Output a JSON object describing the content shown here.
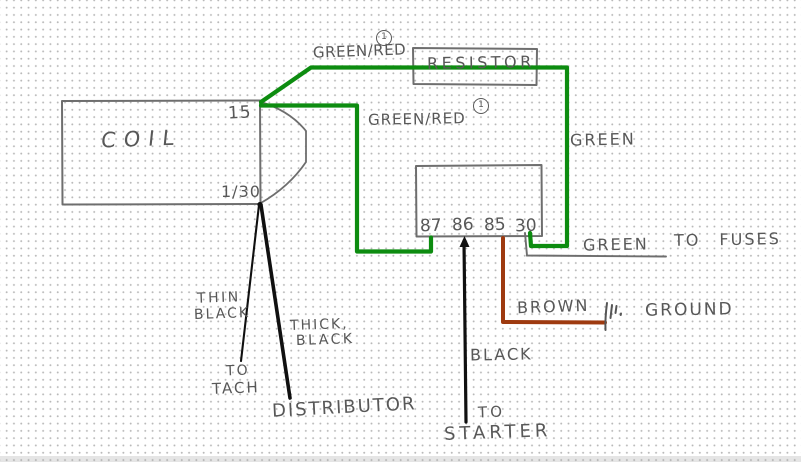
{
  "diagram": {
    "coil": {
      "label": "COIL",
      "terminal_top": "15",
      "terminal_bottom": "1/30"
    },
    "resistor": {
      "label": "RESISTOR"
    },
    "relay": {
      "terminals": [
        "87",
        "86",
        "85",
        "30"
      ]
    },
    "annotations": {
      "green_red_top": "GREEN/RED",
      "green_red_top_note": "1",
      "green_red_mid": "GREEN/RED",
      "green_red_mid_note": "1",
      "green": "GREEN",
      "fuses_green": "GREEN",
      "fuses_dest": "TO FUSES",
      "brown": "BROWN",
      "ground": "GROUND",
      "black": "BLACK",
      "starter_line1": "TO",
      "starter_line2": "STARTER",
      "thin_line1": "THIN",
      "thin_line2": "BLACK",
      "thick_line1": "THICK,",
      "thick_line2": "BLACK",
      "tach_line1": "TO",
      "tach_line2": "TACH",
      "distributor": "DISTRIBUTOR"
    },
    "colors": {
      "green": "#0d8c10",
      "brown": "#9e3a10",
      "black": "#101010",
      "pencil": "#6e6e6e",
      "pencil_dark": "#565656"
    }
  }
}
